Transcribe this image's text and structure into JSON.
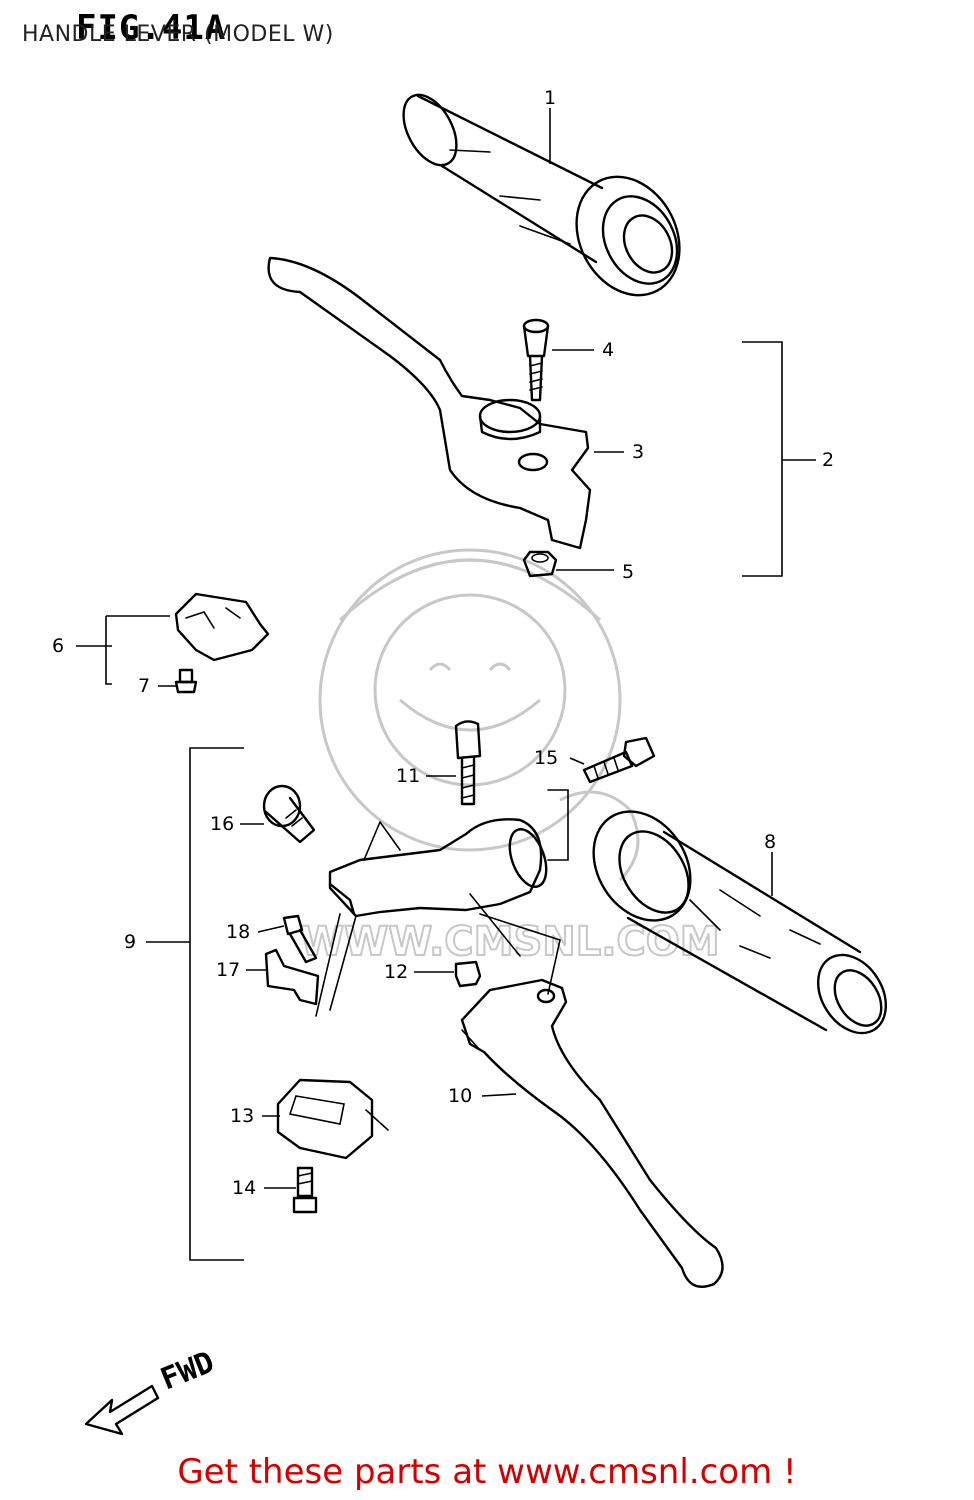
{
  "header": {
    "fig_title": "FIG.41A",
    "caption": "HANDLE LEVER (MODEL W)"
  },
  "watermark": {
    "text": "WWW.CMSNL.COM"
  },
  "direction": {
    "label": "FWD"
  },
  "callouts": {
    "p1": "1",
    "p2": "2",
    "p3": "3",
    "p4": "4",
    "p5": "5",
    "p6": "6",
    "p7": "7",
    "p8": "8",
    "p9": "9",
    "p10": "10",
    "p11": "11",
    "p12": "12",
    "p13": "13",
    "p14": "14",
    "p15": "15",
    "p16": "16",
    "p17": "17",
    "p18": "18"
  },
  "footer": {
    "text": "Get these parts at www.cmsnl.com !"
  },
  "colors": {
    "ink": "#000000",
    "footer": "#d40000",
    "watermark": "#c8c8c8"
  }
}
